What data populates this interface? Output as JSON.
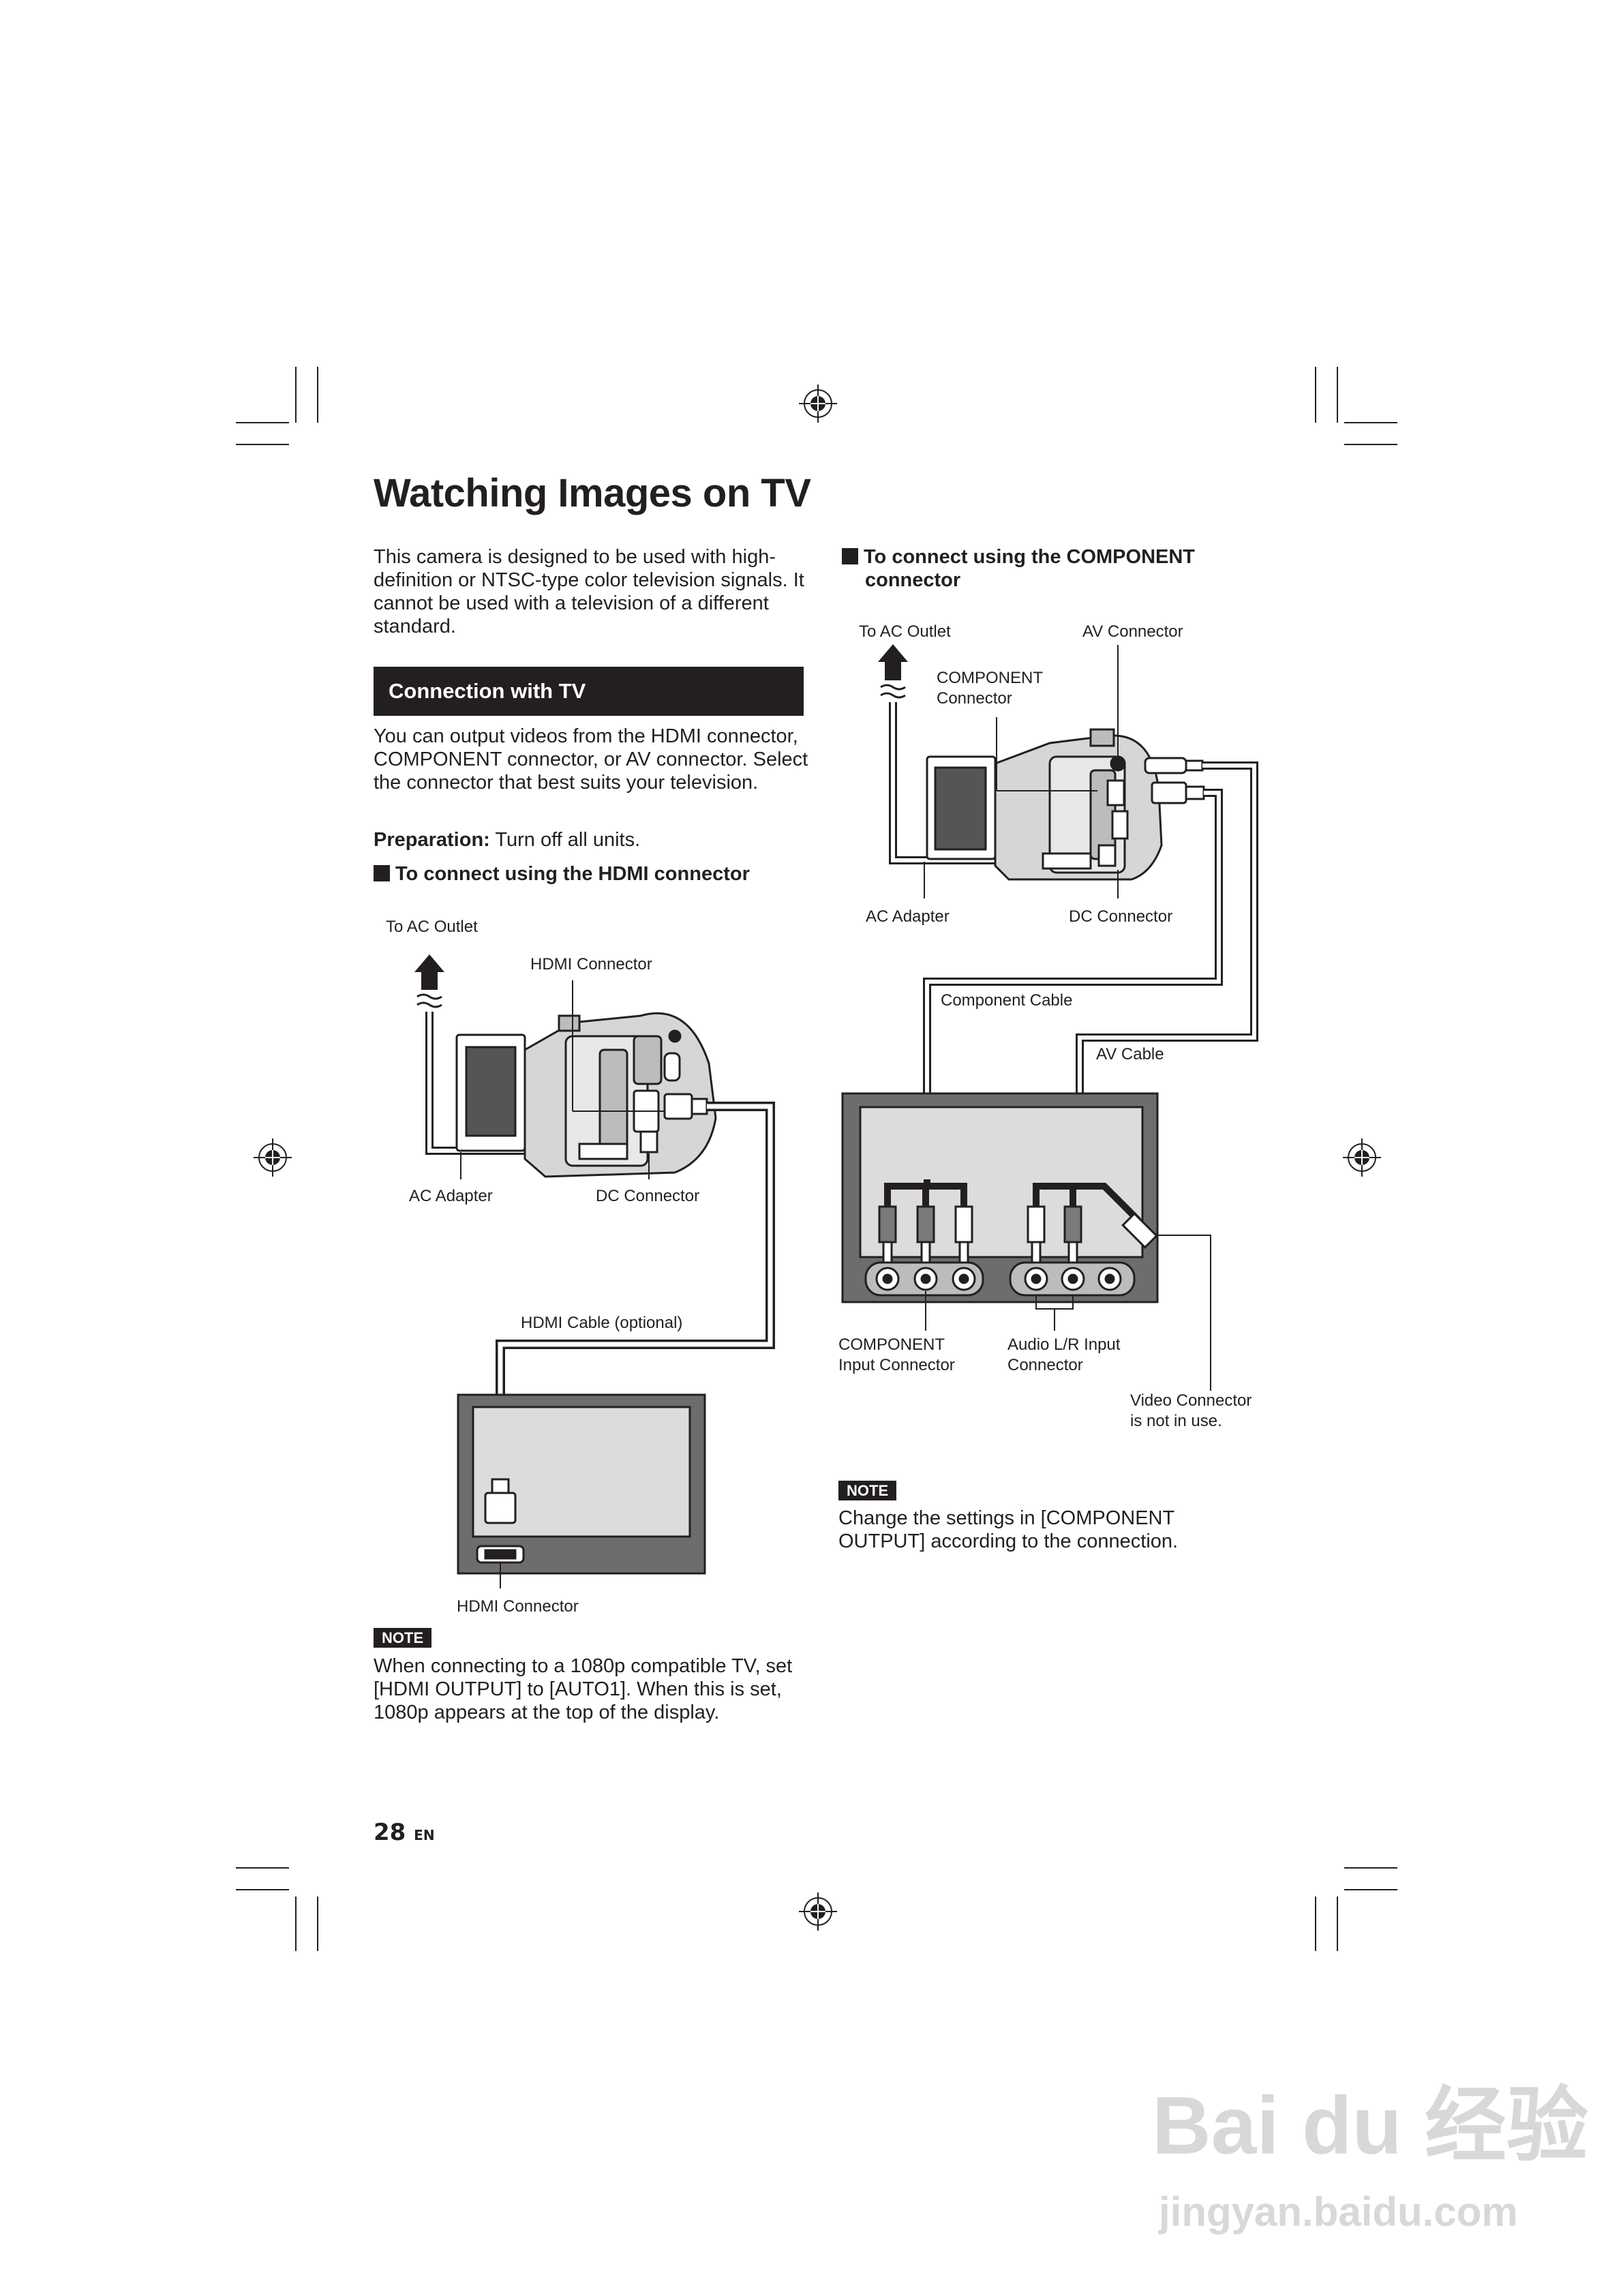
{
  "title": "Watching Images on TV",
  "intro": "This camera is designed to be used with high-definition or NTSC-type color television signals. It cannot be used with a television of a different standard.",
  "section": {
    "heading": "Connection with TV",
    "body": "You can output videos from the HDMI connector, COMPONENT connector, or AV connector. Select the connector that best suits your television.",
    "preparation_label": "Preparation:",
    "preparation_text": " Turn off all units."
  },
  "hdmi": {
    "heading": "To connect using the HDMI connector",
    "labels": {
      "to_ac_outlet": "To AC Outlet",
      "hdmi_connector_top": "HDMI Connector",
      "ac_adapter": "AC Adapter",
      "dc_connector": "DC Connector",
      "hdmi_cable": "HDMI Cable (optional)",
      "hdmi_connector_bottom": "HDMI Connector"
    },
    "note_badge": "NOTE",
    "note": "When connecting to a 1080p compatible TV, set [HDMI OUTPUT] to [AUTO1]. When this is set, 1080p appears at the top of the display."
  },
  "component": {
    "heading_line1": "To connect using the COMPONENT",
    "heading_line2": "connector",
    "labels": {
      "to_ac_outlet": "To AC Outlet",
      "av_connector": "AV Connector",
      "component_connector_1": "COMPONENT",
      "component_connector_2": "Connector",
      "ac_adapter": "AC Adapter",
      "dc_connector": "DC Connector",
      "component_cable": "Component Cable",
      "av_cable": "AV Cable",
      "component_input_1": "COMPONENT",
      "component_input_2": "Input Connector",
      "audio_input_1": "Audio L/R Input",
      "audio_input_2": "Connector",
      "video_connector_1": "Video Connector",
      "video_connector_2": "is not in use."
    },
    "note_badge": "NOTE",
    "note": "Change the settings in [COMPONENT OUTPUT] according to the connection."
  },
  "page_number": "28",
  "page_lang": "EN",
  "watermark": {
    "logo": "Bai du 经验",
    "url": "jingyan.baidu.com"
  },
  "colors": {
    "text": "#231f20",
    "tv_frame": "#6d6d6d",
    "tv_screen": "#dcdcdc",
    "watermark": "#d8d8d8"
  }
}
